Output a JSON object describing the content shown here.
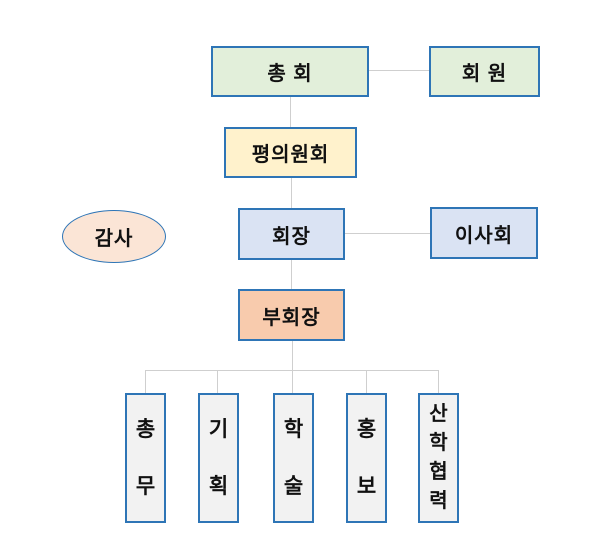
{
  "diagram": {
    "type": "org-chart",
    "language": "ko",
    "background_color": "#ffffff",
    "node_border_color": "#2e75b6",
    "connector_color": "#cfcfcf",
    "nodes": {
      "general_assembly": {
        "label": "총 회",
        "fill": "#e2efda",
        "shape": "rect"
      },
      "members": {
        "label": "회 원",
        "fill": "#e2efda",
        "shape": "rect"
      },
      "council": {
        "label": "평의원회",
        "fill": "#fff2cc",
        "shape": "rect"
      },
      "auditor": {
        "label": "감사",
        "fill": "#fbe5d6",
        "shape": "ellipse"
      },
      "president": {
        "label": "회장",
        "fill": "#dae3f3",
        "shape": "rect"
      },
      "board": {
        "label": "이사회",
        "fill": "#dae3f3",
        "shape": "rect"
      },
      "vice_president": {
        "label": "부회장",
        "fill": "#f8cbad",
        "shape": "rect"
      },
      "departments": [
        {
          "label": "총무",
          "fill": "#f2f2f2",
          "shape": "rect",
          "text_direction": "vertical"
        },
        {
          "label": "기획",
          "fill": "#f2f2f2",
          "shape": "rect",
          "text_direction": "vertical"
        },
        {
          "label": "학술",
          "fill": "#f2f2f2",
          "shape": "rect",
          "text_direction": "vertical"
        },
        {
          "label": "홍보",
          "fill": "#f2f2f2",
          "shape": "rect",
          "text_direction": "vertical"
        },
        {
          "label": "산학협력",
          "fill": "#f2f2f2",
          "shape": "rect",
          "text_direction": "vertical"
        }
      ]
    },
    "edges": [
      {
        "from": "general_assembly",
        "to": "members"
      },
      {
        "from": "general_assembly",
        "to": "council"
      },
      {
        "from": "council",
        "to": "president"
      },
      {
        "from": "president",
        "to": "board"
      },
      {
        "from": "president",
        "to": "vice_president"
      },
      {
        "from": "vice_president",
        "to": "총무"
      },
      {
        "from": "vice_president",
        "to": "기획"
      },
      {
        "from": "vice_president",
        "to": "학술"
      },
      {
        "from": "vice_president",
        "to": "홍보"
      },
      {
        "from": "vice_president",
        "to": "산학협력"
      }
    ]
  }
}
